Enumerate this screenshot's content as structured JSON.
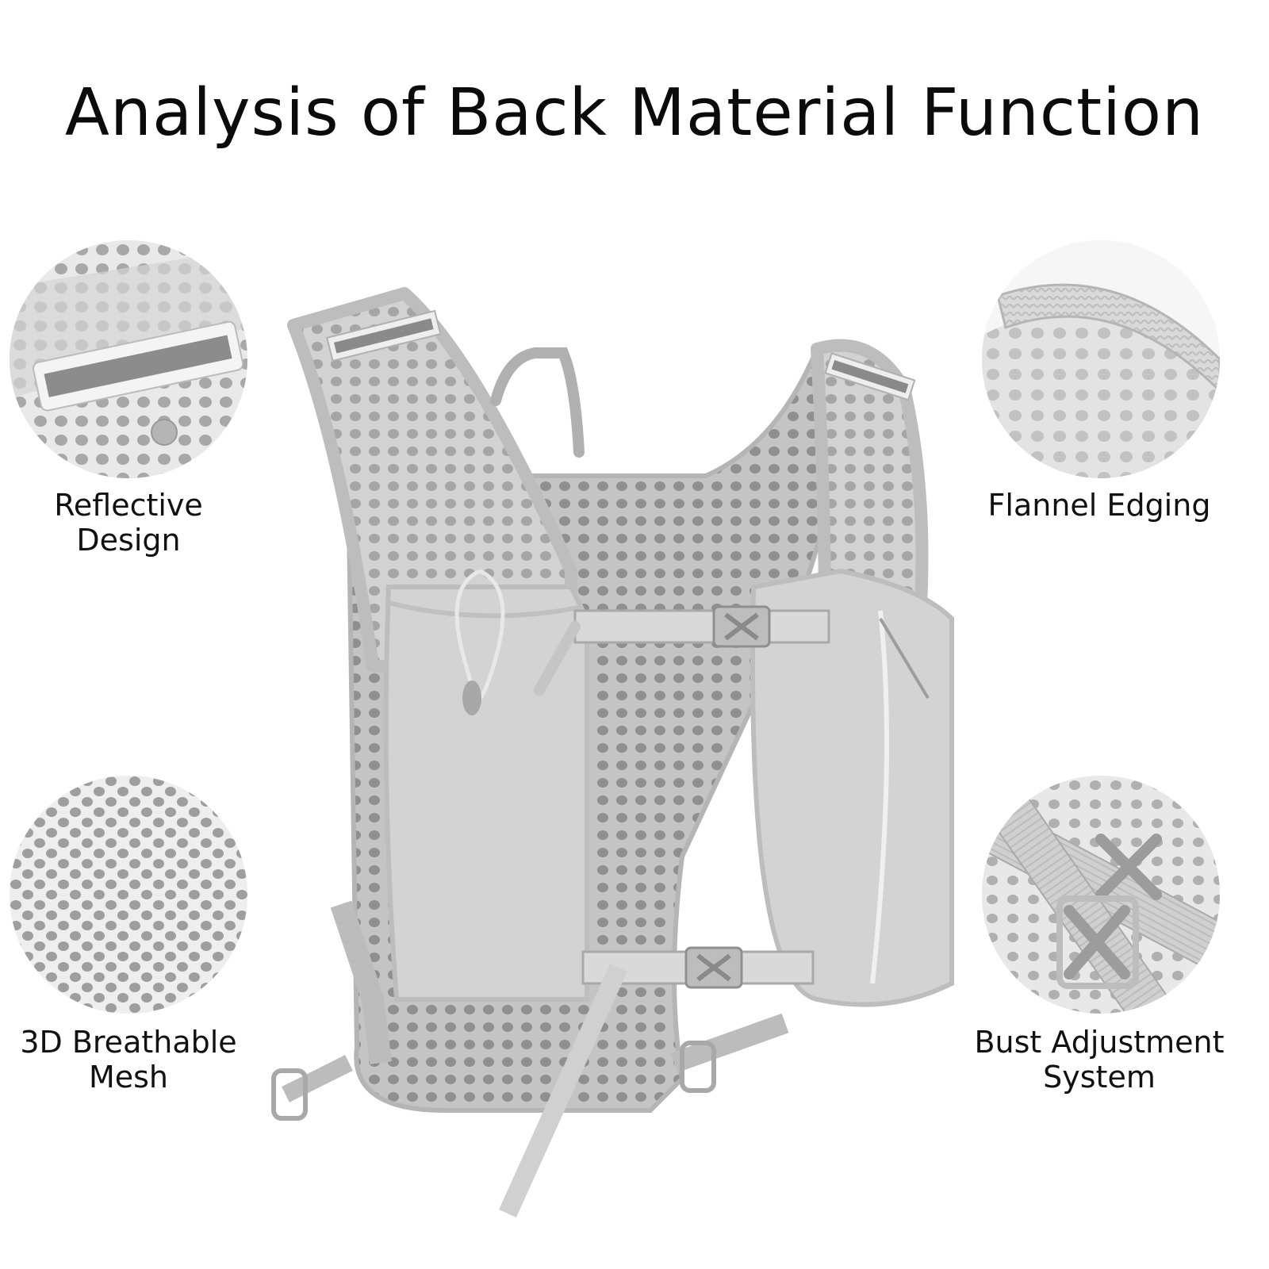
{
  "title": "Analysis of Back Material Function",
  "features": [
    {
      "label_line1": "Reflective",
      "label_line2": "Design",
      "icon": "reflective-strip"
    },
    {
      "label_line1": "Flannel Edging",
      "label_line2": "",
      "icon": "flannel-edging"
    },
    {
      "label_line1": "3D Breathable",
      "label_line2": "Mesh",
      "icon": "mesh"
    },
    {
      "label_line1": "Bust Adjustment",
      "label_line2": "System",
      "icon": "buckle"
    }
  ],
  "colors": {
    "background": "#ffffff",
    "text": "#111111",
    "vest_base": "#c9c9c9",
    "vest_dark": "#9a9a9a",
    "mesh_hole": "#8e8e8e"
  }
}
